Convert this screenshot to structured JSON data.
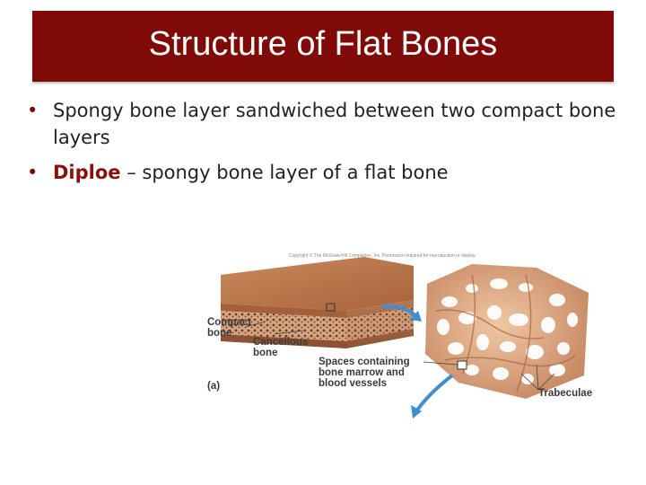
{
  "slide": {
    "title": "Structure of Flat Bones",
    "bullets": [
      {
        "term": "",
        "text": "Spongy bone layer sandwiched between two compact bone layers"
      },
      {
        "term": "Diploe",
        "text": " – spongy bone layer of a flat bone"
      }
    ]
  },
  "figure": {
    "copyright": "Copyright © The McGraw-Hill Companies, Inc. Permission required for reproduction or display.",
    "labels": {
      "compact_1": "Compact",
      "compact_2": "bone",
      "cancellous_1": "Cancellous",
      "cancellous_2": "bone",
      "spaces_1": "Spaces containing",
      "spaces_2": "bone marrow and",
      "spaces_3": "blood vessels",
      "trabeculae": "Trabeculae",
      "panel": "(a)"
    }
  },
  "colors": {
    "title_bar": "#7f0a07",
    "term": "#8b0f0f",
    "arrow": "#3f8fd0"
  }
}
